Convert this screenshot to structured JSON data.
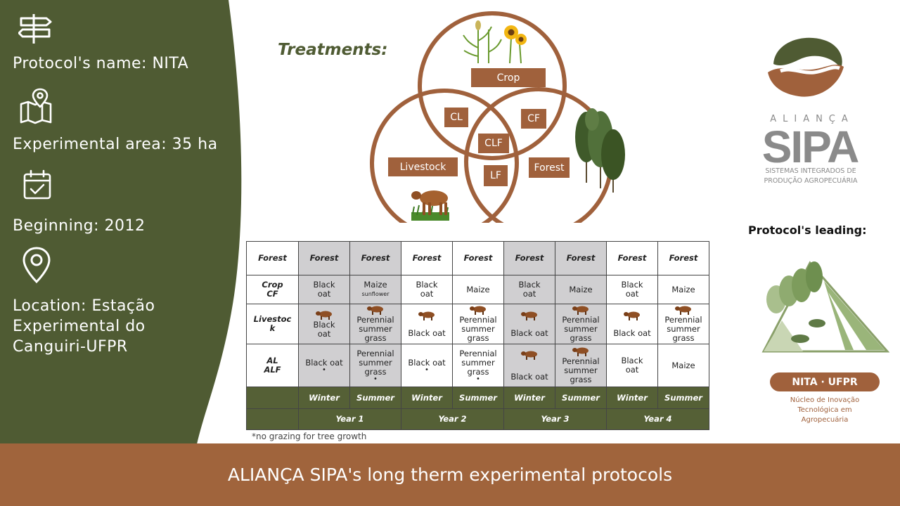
{
  "colors": {
    "sidebar_green": "#4f5b33",
    "brown": "#a0613c",
    "table_grey": "#d0cfd1",
    "table_header_green": "#556036"
  },
  "sidebar": {
    "protocol_name": "Protocol's name: NITA",
    "experimental_area": "Experimental area: 35 ha",
    "beginning": "Beginning: 2012",
    "location_line1": "Location: Estação",
    "location_line2": "Experimental do",
    "location_line3": "Canguiri-UFPR",
    "icons": [
      "signpost-icon",
      "map-pin-area-icon",
      "calendar-check-icon",
      "location-pin-icon"
    ]
  },
  "treatments": {
    "title": "Treatments:",
    "labels": {
      "crop": "Crop",
      "livestock": "Livestock",
      "forest": "Forest",
      "cl": "CL",
      "cf": "CF",
      "clf": "CLF",
      "lf": "LF"
    }
  },
  "table": {
    "row_headers": {
      "forest": "Forest",
      "crop_cf_1": "Crop",
      "crop_cf_2": "CF",
      "livestock_1": "Livestoc",
      "livestock_2": "k",
      "al_alf_1": "AL",
      "al_alf_2": "ALF"
    },
    "forest_row": [
      "Forest",
      "Forest",
      "Forest",
      "Forest",
      "Forest",
      "Forest",
      "Forest",
      "Forest"
    ],
    "crop_row": {
      "black_oat_1": "Black",
      "black_oat_2": "oat",
      "maize": "Maize",
      "sunflower": "sunflower"
    },
    "livestock_row": {
      "black_oat_1": "Black",
      "black_oat_2": "oat",
      "black_oat_single": "Black oat",
      "perennial_1": "Perennial",
      "perennial_2": "summer",
      "perennial_3": "grass"
    },
    "al_row": {
      "black_oat_single": "Black oat",
      "black_oat_1": "Black",
      "black_oat_2": "oat",
      "perennial_1": "Perennial",
      "perennial_2": "summer",
      "perennial_3": "grass",
      "maize": "Maize",
      "dot": "•"
    },
    "seasons": [
      "Winter",
      "Summer",
      "Winter",
      "Summer",
      "Winter",
      "Summer",
      "Winter",
      "Summer"
    ],
    "years": [
      "Year 1",
      "Year 2",
      "Year 3",
      "Year 4"
    ],
    "note": "*no grazing for tree growth"
  },
  "logos": {
    "sipa_small": "ALIANÇA",
    "sipa_big": "SIPA",
    "sipa_sub1": "SISTEMAS INTEGRADOS DE",
    "sipa_sub2": "PRODUÇÃO AGROPECUÁRIA",
    "protocol_leading": "Protocol's leading:",
    "nita_title": "NITA · UFPR",
    "nita_sub1": "Núcleo de Inovação",
    "nita_sub2": "Tecnológica em",
    "nita_sub3": "Agropecuária"
  },
  "footer": {
    "title": "ALIANÇA SIPA's long therm experimental protocols"
  }
}
